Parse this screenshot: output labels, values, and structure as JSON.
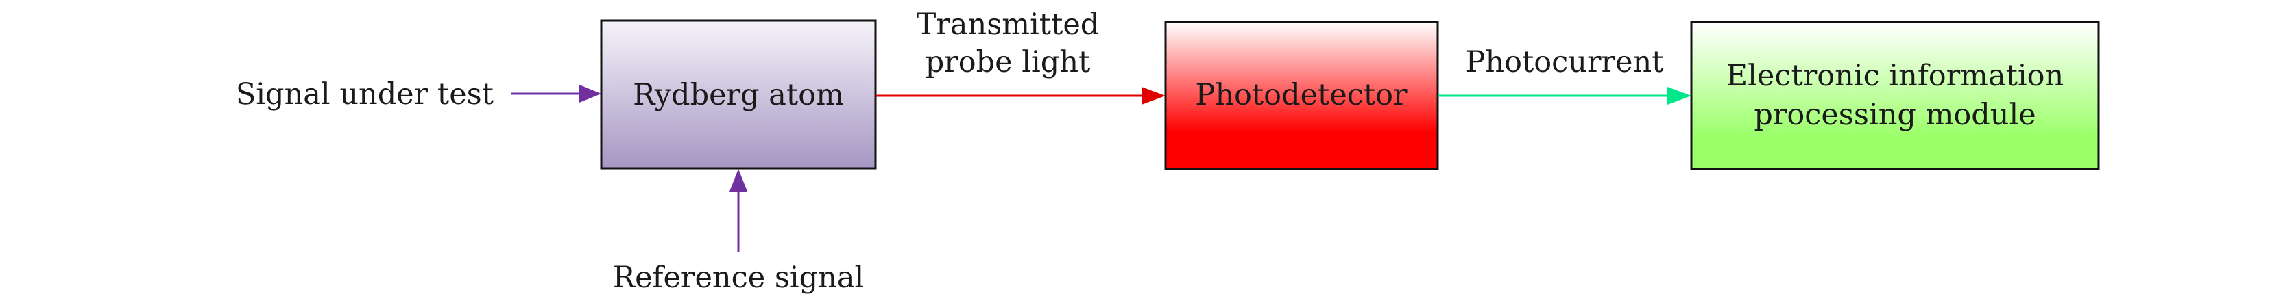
{
  "blocks": {
    "rydberg": {
      "label": "Rydberg atom"
    },
    "photodetector": {
      "label": "Photodetector"
    },
    "processing": {
      "line1": "Electronic information",
      "line2": "processing module"
    }
  },
  "inputs": {
    "signal_under_test": "Signal under test",
    "reference_signal": "Reference signal"
  },
  "links": {
    "probe_light": {
      "line1": "Transmitted",
      "line2": "probe light"
    },
    "photocurrent": "Photocurrent"
  },
  "colors": {
    "purple_arrow": "#7030a0",
    "red_arrow": "#e00000",
    "green_arrow": "#00e68a",
    "rydberg_fill_top": "#f6f3fa",
    "rydberg_fill_bottom": "#a597c3",
    "photodetector_fill_top": "#ffffff",
    "photodetector_fill_bottom": "#ff0000",
    "processing_fill_top": "#ffffff",
    "processing_fill_bottom": "#99ff66"
  }
}
